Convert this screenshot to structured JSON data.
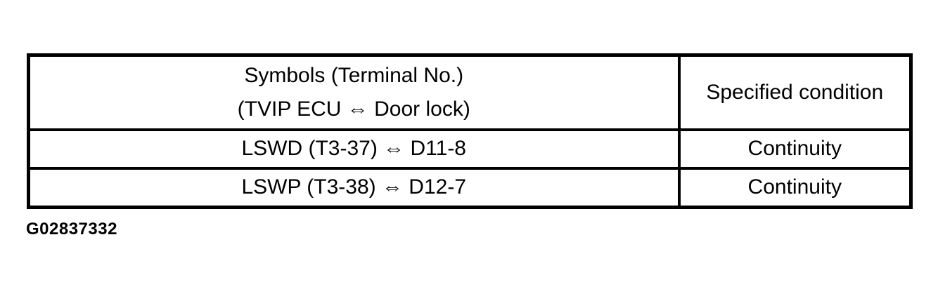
{
  "table": {
    "header": {
      "symbols_line1": "Symbols (Terminal No.)",
      "symbols_line2": "(TVIP ECU ⇔ Door lock)",
      "condition": "Specified condition"
    },
    "rows": [
      {
        "symbols": "LSWD (T3-37) ⇔ D11-8",
        "condition": "Continuity"
      },
      {
        "symbols": "LSWP (T3-38) ⇔ D12-7",
        "condition": "Continuity"
      }
    ]
  },
  "figure_id": "G02837332",
  "colors": {
    "background": "#ffffff",
    "border": "#000000",
    "text": "#000000"
  }
}
